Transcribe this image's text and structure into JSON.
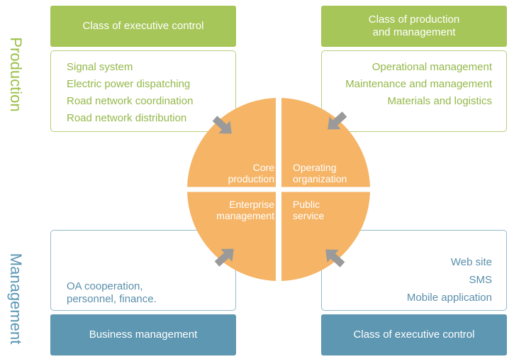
{
  "side_labels": {
    "production": "Production",
    "management": "Management"
  },
  "top_left": {
    "header": "Class of executive control",
    "items": [
      "Signal system",
      "Electric power dispatching",
      "Road network coordination",
      "Road network distribution"
    ]
  },
  "top_right": {
    "header_lines": [
      "Class of production",
      "and management"
    ],
    "items": [
      "Operational management",
      "Maintenance and management",
      "Materials and logistics"
    ]
  },
  "bottom_left": {
    "header": "Business management",
    "items": [
      "OA cooperation,",
      "personnel, finance."
    ]
  },
  "bottom_right": {
    "header": "Class of executive control",
    "items": [
      "Web site",
      "SMS",
      "Mobile application"
    ]
  },
  "quadrants": {
    "top_left": [
      "Core",
      "production"
    ],
    "top_right": [
      "Operating",
      "organization"
    ],
    "bottom_left": [
      "Enterprise",
      "management"
    ],
    "bottom_right": [
      "Public",
      "service"
    ]
  },
  "colors": {
    "green_header": "#a6c659",
    "blue_header": "#5e97b2",
    "green_text": "#94b84a",
    "blue_text": "#5a8fac",
    "circle": "#f5b466",
    "arrow": "#9a9a9a"
  }
}
